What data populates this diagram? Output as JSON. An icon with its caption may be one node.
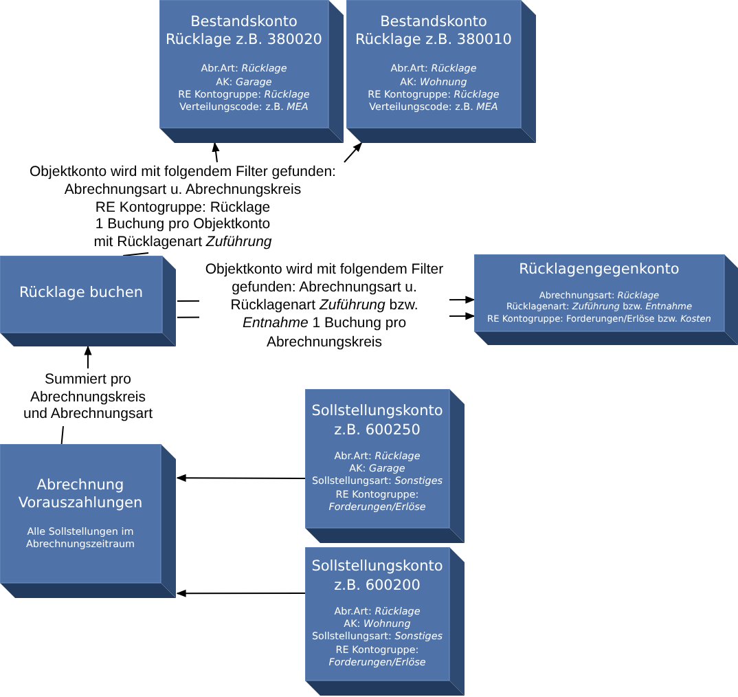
{
  "diagram": {
    "nodes": [
      {
        "text": [
          "Bestandskonto Rücklage z.B. 380020",
          "Abr.Art: *Rücklage*",
          "AK: *Garage*",
          "RE Kontogruppe: *Rücklage*",
          "Verteilungscode: z.B. *MEA*"
        ]
      },
      {
        "text": [
          "Bestandskonto Rücklage z.B. 380010",
          "Abr.Art: *Rücklage*",
          "AK: *Wohnung*",
          "RE Kontogruppe: *Rücklage*",
          "Verteilungscode: z.B. *MEA*"
        ]
      },
      {
        "text": [
          "Objektkonto wird mit folgendem Filter gefunden:",
          "Abrechnungsart u. Abrechnungskreis",
          "RE Kontogruppe: Rücklage",
          "1 Buchung pro Objektkonto",
          "mit Rücklagenart *Zuführung*"
        ]
      },
      {
        "text": [
          "Rücklage buchen"
        ]
      },
      {
        "text": [
          "Rücklagengegenkonto",
          "Abrechnungsart: *Rücklage*",
          "Rücklagenart: *Zuführung* bzw. *Entnahme*",
          "RE Kontogruppe: Forderungen/Erlöse bzw. *Kosten*"
        ]
      },
      {
        "text": [
          "Summiert pro Abrechnungskreis und Abrechnungsart"
        ]
      },
      {
        "text": [
          "Sollstellungskonto z.B. 600250",
          "Abr.Art: *Rücklage*",
          "AK: *Garage*",
          "Sollstellungsart: *Sonstiges*",
          "RE Kontogruppe: *Forderungen/Erlöse*"
        ]
      },
      {
        "text": [
          "Abrechnung Vorauszahlungen",
          "Alle Sollstellungen im Abrechnungszeitraum"
        ]
      },
      {
        "text": [
          "Sollstellungskonto z.B. 600200",
          "Abr.Art: *Rücklage*",
          "AK: *Wohnung*",
          "Sollstellungsart: *Sonstiges*",
          "RE Kontogruppe: *Forderungen/Erlöse*"
        ]
      }
    ],
    "edges": [
      {
        "from": 3,
        "to": 2,
        "arrow": "none"
      },
      {
        "from": 2,
        "to": 0,
        "arrow": "to"
      },
      {
        "from": 2,
        "to": 1,
        "arrow": "to"
      },
      {
        "from": 3,
        "to": 4,
        "arrow": "to",
        "label": "Objektkonto wird mit folgendem Filter gefunden: Abrechnungsart u. Rücklagenart *Zuführung* bzw. *Entnahme* 1 Buchung pro Abrechnungskreis"
      },
      {
        "from": 3,
        "to": 4,
        "arrow": "to"
      },
      {
        "from": 5,
        "to": 3,
        "arrow": "to"
      },
      {
        "from": 7,
        "to": 5,
        "arrow": "none"
      },
      {
        "from": 6,
        "to": 7,
        "arrow": "to"
      },
      {
        "from": 8,
        "to": 7,
        "arrow": "to"
      }
    ]
  }
}
